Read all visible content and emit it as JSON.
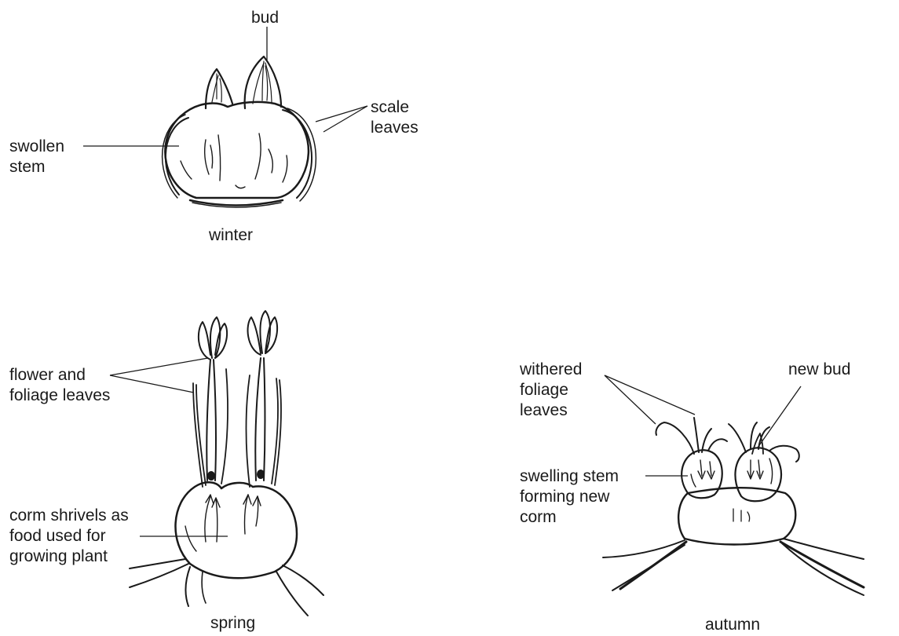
{
  "panels": {
    "winter": {
      "caption": "winter",
      "labels": {
        "bud": "bud",
        "scale_leaves_1": "scale",
        "scale_leaves_2": "leaves",
        "swollen_stem_1": "swollen",
        "swollen_stem_2": "stem"
      }
    },
    "spring": {
      "caption": "spring",
      "labels": {
        "flower_1": "flower and",
        "flower_2": "foliage leaves",
        "corm_1": "corm shrivels as",
        "corm_2": "food used for",
        "corm_3": "growing plant"
      }
    },
    "autumn": {
      "caption": "autumn",
      "labels": {
        "withered_1": "withered",
        "withered_2": "foliage",
        "withered_3": "leaves",
        "new_bud": "new bud",
        "swelling_1": "swelling stem",
        "swelling_2": "forming new",
        "swelling_3": "corm"
      }
    }
  }
}
